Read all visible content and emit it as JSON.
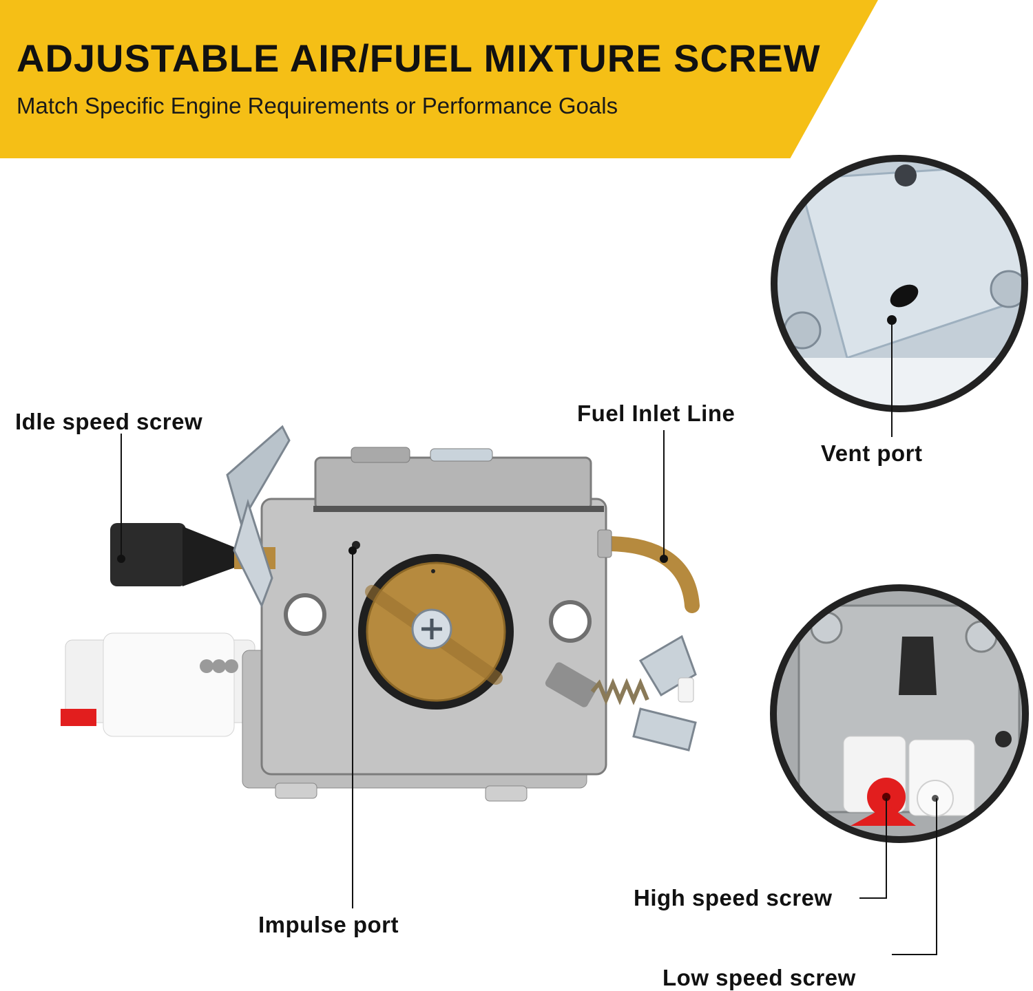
{
  "header": {
    "title": "ADJUSTABLE AIR/FUEL MIXTURE SCREW",
    "subtitle": "Match Specific Engine Requirements or Performance Goals"
  },
  "callouts": {
    "idle_speed": "Idle speed screw",
    "fuel_inlet": "Fuel Inlet Line",
    "vent_port": "Vent port",
    "impulse_port": "Impulse port",
    "high_speed": "High speed screw",
    "low_speed": "Low speed screw"
  },
  "colors": {
    "banner": "#f5bf16",
    "body_metal": "#b9b9b9",
    "brass": "#b68a3e",
    "marker_red": "#e21e1e",
    "circle_border": "#222222"
  }
}
